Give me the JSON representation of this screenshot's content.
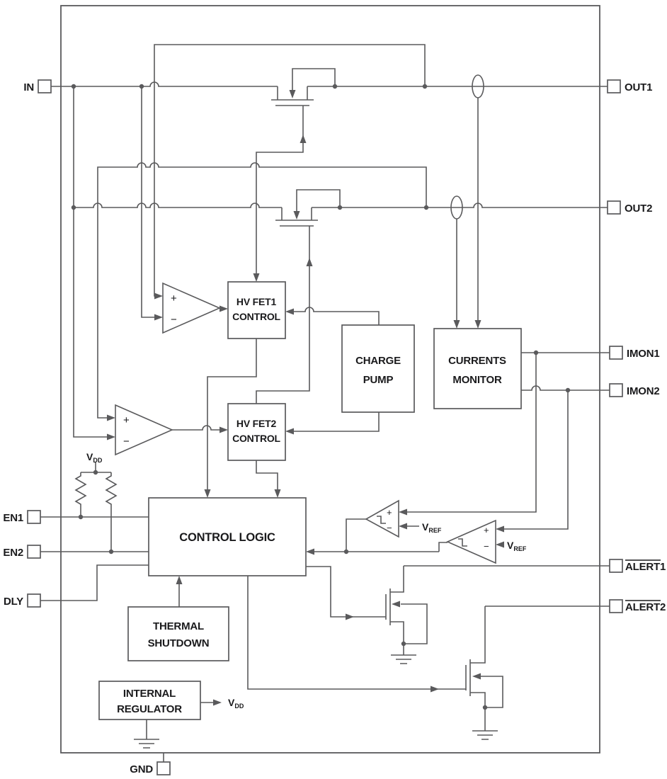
{
  "diagram": {
    "title": "dual-channel eFuse functional block diagram",
    "colors": {
      "line": "#5a5a5c",
      "text": "#1a1a1c",
      "background": "#ffffff"
    },
    "pins": {
      "in": "IN",
      "out1": "OUT1",
      "out2": "OUT2",
      "imon1": "IMON1",
      "imon2": "IMON2",
      "alert1": "ALERT1",
      "alert2": "ALERT2",
      "en1": "EN1",
      "en2": "EN2",
      "dly": "DLY",
      "gnd": "GND"
    },
    "blocks": {
      "hv_fet1_control": {
        "line1": "HV FET1",
        "line2": "CONTROL"
      },
      "hv_fet2_control": {
        "line1": "HV FET2",
        "line2": "CONTROL"
      },
      "charge_pump": {
        "line1": "CHARGE",
        "line2": "PUMP"
      },
      "currents_monitor": {
        "line1": "CURRENTS",
        "line2": "MONITOR"
      },
      "control_logic": {
        "line1": "CONTROL LOGIC"
      },
      "thermal_shutdown": {
        "line1": "THERMAL",
        "line2": "SHUTDOWN"
      },
      "internal_regulator": {
        "line1": "INTERNAL",
        "line2": "REGULATOR"
      }
    },
    "symbols": {
      "vdd_base": "V",
      "vdd_sub": "DD",
      "vref_base": "V",
      "vref_sub": "REF",
      "plus": "+",
      "minus": "−"
    }
  }
}
